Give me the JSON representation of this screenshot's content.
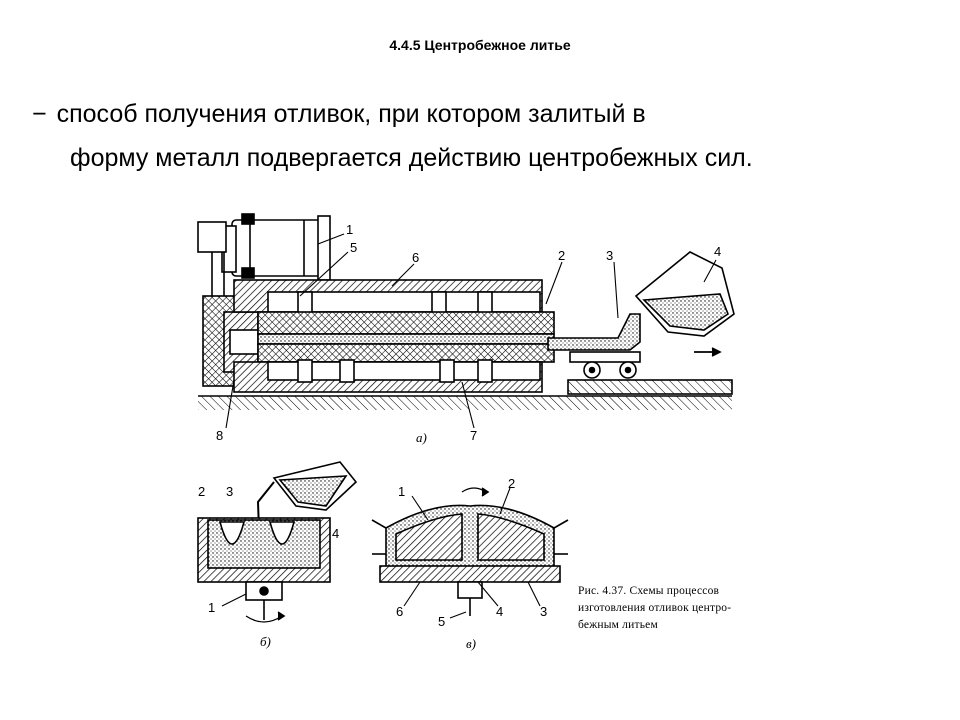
{
  "slide": {
    "title": "4.4.5 Центробежное литье",
    "definition": {
      "dash": "−",
      "line1": "способ получения отливок, при котором залитый в",
      "line2": "форму металл подвергается действию центробежных сил."
    }
  },
  "figure": {
    "diagram_a": {
      "sublabel": "а)",
      "callouts": [
        "1",
        "5",
        "6",
        "2",
        "3",
        "4",
        "8",
        "7"
      ]
    },
    "diagram_b": {
      "sublabel": "б)",
      "callouts": [
        "2",
        "3",
        "4",
        "1"
      ]
    },
    "diagram_v": {
      "sublabel": "в)",
      "callouts": [
        "1",
        "2",
        "6",
        "5",
        "4",
        "3"
      ]
    },
    "caption": {
      "line1": "Рис. 4.37. Схемы процессов",
      "line2": "изготовления отливок центро-",
      "line3": "бежным литьем"
    }
  }
}
